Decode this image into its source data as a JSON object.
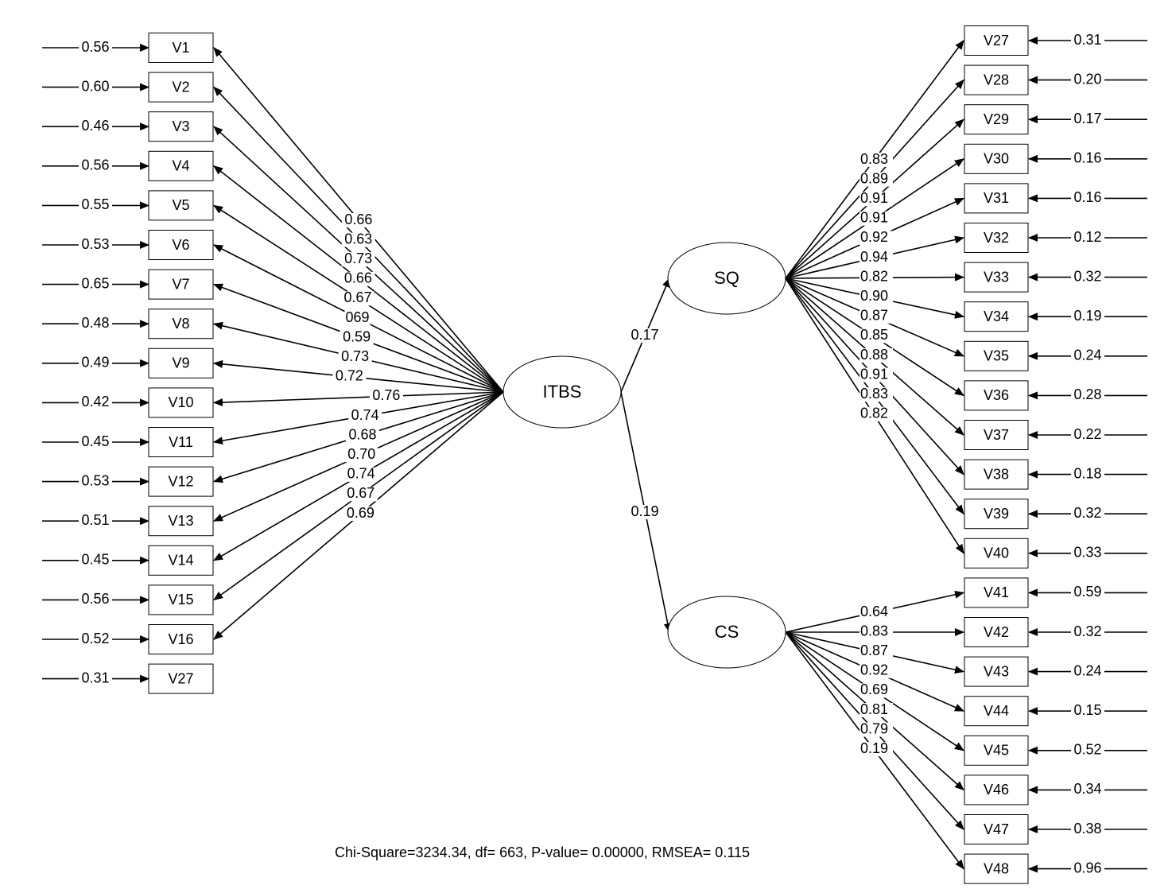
{
  "latent": {
    "itbs": "ITBS",
    "sq": "SQ",
    "cs": "CS"
  },
  "paths": {
    "itbs_to_sq": "0.17",
    "itbs_to_cs": "0.19"
  },
  "left_indicators": [
    {
      "name": "V1",
      "loading": "0.66",
      "error": "0.56"
    },
    {
      "name": "V2",
      "loading": "0.63",
      "error": "0.60"
    },
    {
      "name": "V3",
      "loading": "0.73",
      "error": "0.46"
    },
    {
      "name": "V4",
      "loading": "0.66",
      "error": "0.56"
    },
    {
      "name": "V5",
      "loading": "0.67",
      "error": "0.55"
    },
    {
      "name": "V6",
      "loading": "069",
      "error": "0.53"
    },
    {
      "name": "V7",
      "loading": "0.59",
      "error": "0.65"
    },
    {
      "name": "V8",
      "loading": "0.73",
      "error": "0.48"
    },
    {
      "name": "V9",
      "loading": "0.72",
      "error": "0.49"
    },
    {
      "name": "V10",
      "loading": "0.76",
      "error": "0.42"
    },
    {
      "name": "V11",
      "loading": "0.74",
      "error": "0.45"
    },
    {
      "name": "V12",
      "loading": "0.68",
      "error": "0.53"
    },
    {
      "name": "V13",
      "loading": "0.70",
      "error": "0.51"
    },
    {
      "name": "V14",
      "loading": "0.74",
      "error": "0.45"
    },
    {
      "name": "V15",
      "loading": "0.67",
      "error": "0.56"
    },
    {
      "name": "V16",
      "loading": "0.69",
      "error": "0.52"
    },
    {
      "name": "V27",
      "loading": "",
      "error": "0.31"
    }
  ],
  "sq_indicators": [
    {
      "name": "V27",
      "loading": "0.83",
      "error": "0.31"
    },
    {
      "name": "V28",
      "loading": "0.89",
      "error": "0.20"
    },
    {
      "name": "V29",
      "loading": "0.91",
      "error": "0.17"
    },
    {
      "name": "V30",
      "loading": "0.91",
      "error": "0.16"
    },
    {
      "name": "V31",
      "loading": "0.92",
      "error": "0.16"
    },
    {
      "name": "V32",
      "loading": "0.94",
      "error": "0.12"
    },
    {
      "name": "V33",
      "loading": "0.82",
      "error": "0.32"
    },
    {
      "name": "V34",
      "loading": "0.90",
      "error": "0.19"
    },
    {
      "name": "V35",
      "loading": "0.87",
      "error": "0.24"
    },
    {
      "name": "V36",
      "loading": "0.85",
      "error": "0.28"
    },
    {
      "name": "V37",
      "loading": "0.88",
      "error": "0.22"
    },
    {
      "name": "V38",
      "loading": "0.91",
      "error": "0.18"
    },
    {
      "name": "V39",
      "loading": "0.83",
      "error": "0.32"
    },
    {
      "name": "V40",
      "loading": "0.82",
      "error": "0.33"
    }
  ],
  "cs_indicators": [
    {
      "name": "V41",
      "loading": "0.64",
      "error": "0.59"
    },
    {
      "name": "V42",
      "loading": "0.83",
      "error": "0.32"
    },
    {
      "name": "V43",
      "loading": "0.87",
      "error": "0.24"
    },
    {
      "name": "V44",
      "loading": "0.92",
      "error": "0.15"
    },
    {
      "name": "V45",
      "loading": "0.69",
      "error": "0.52"
    },
    {
      "name": "V46",
      "loading": "0.81",
      "error": "0.34"
    },
    {
      "name": "V47",
      "loading": "0.79",
      "error": "0.38"
    },
    {
      "name": "V48",
      "loading": "0.19",
      "error": "0.96"
    }
  ],
  "fit_statistics": "Chi-Square=3234.34, df= 663, P-value= 0.00000, RMSEA= 0.115"
}
